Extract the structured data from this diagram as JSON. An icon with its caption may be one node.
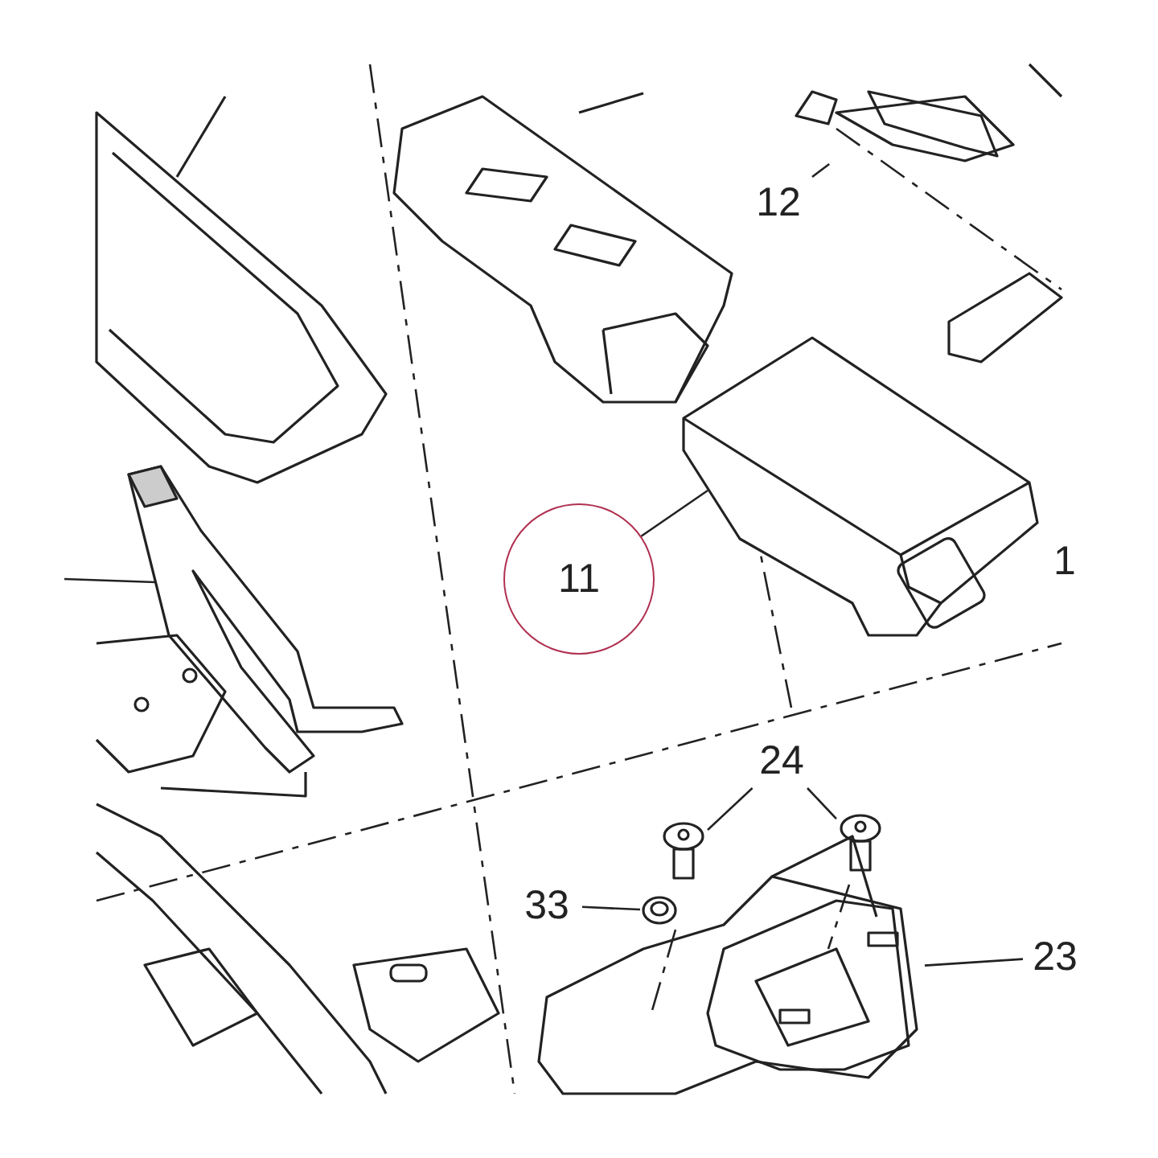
{
  "diagram": {
    "nodes": [
      {
        "text": [
          "12"
        ]
      },
      {
        "text": [],
        "shape": "picture"
      },
      {
        "text": [
          "11"
        ]
      },
      {
        "text": [],
        "shape": "picture"
      },
      {
        "text": [
          "24"
        ]
      },
      {
        "text": [],
        "shape": "picture"
      },
      {
        "text": [],
        "shape": "picture"
      },
      {
        "text": [
          "33"
        ]
      },
      {
        "text": [],
        "shape": "picture"
      },
      {
        "text": [
          "23"
        ]
      },
      {
        "text": [],
        "shape": "picture"
      },
      {
        "text": [],
        "shape": "picture"
      }
    ],
    "edges": [
      {
        "from": 0,
        "to": 1,
        "arrow": "none"
      },
      {
        "from": 2,
        "to": 3,
        "arrow": "none"
      },
      {
        "from": 4,
        "to": 5,
        "arrow": "none"
      },
      {
        "from": 4,
        "to": 6,
        "arrow": "none"
      },
      {
        "from": 7,
        "to": 8,
        "arrow": "none"
      },
      {
        "from": 9,
        "to": 10,
        "arrow": "none"
      },
      {
        "from": null,
        "to": 11,
        "arrow": "none"
      }
    ],
    "labels": [
      "1"
    ]
  }
}
